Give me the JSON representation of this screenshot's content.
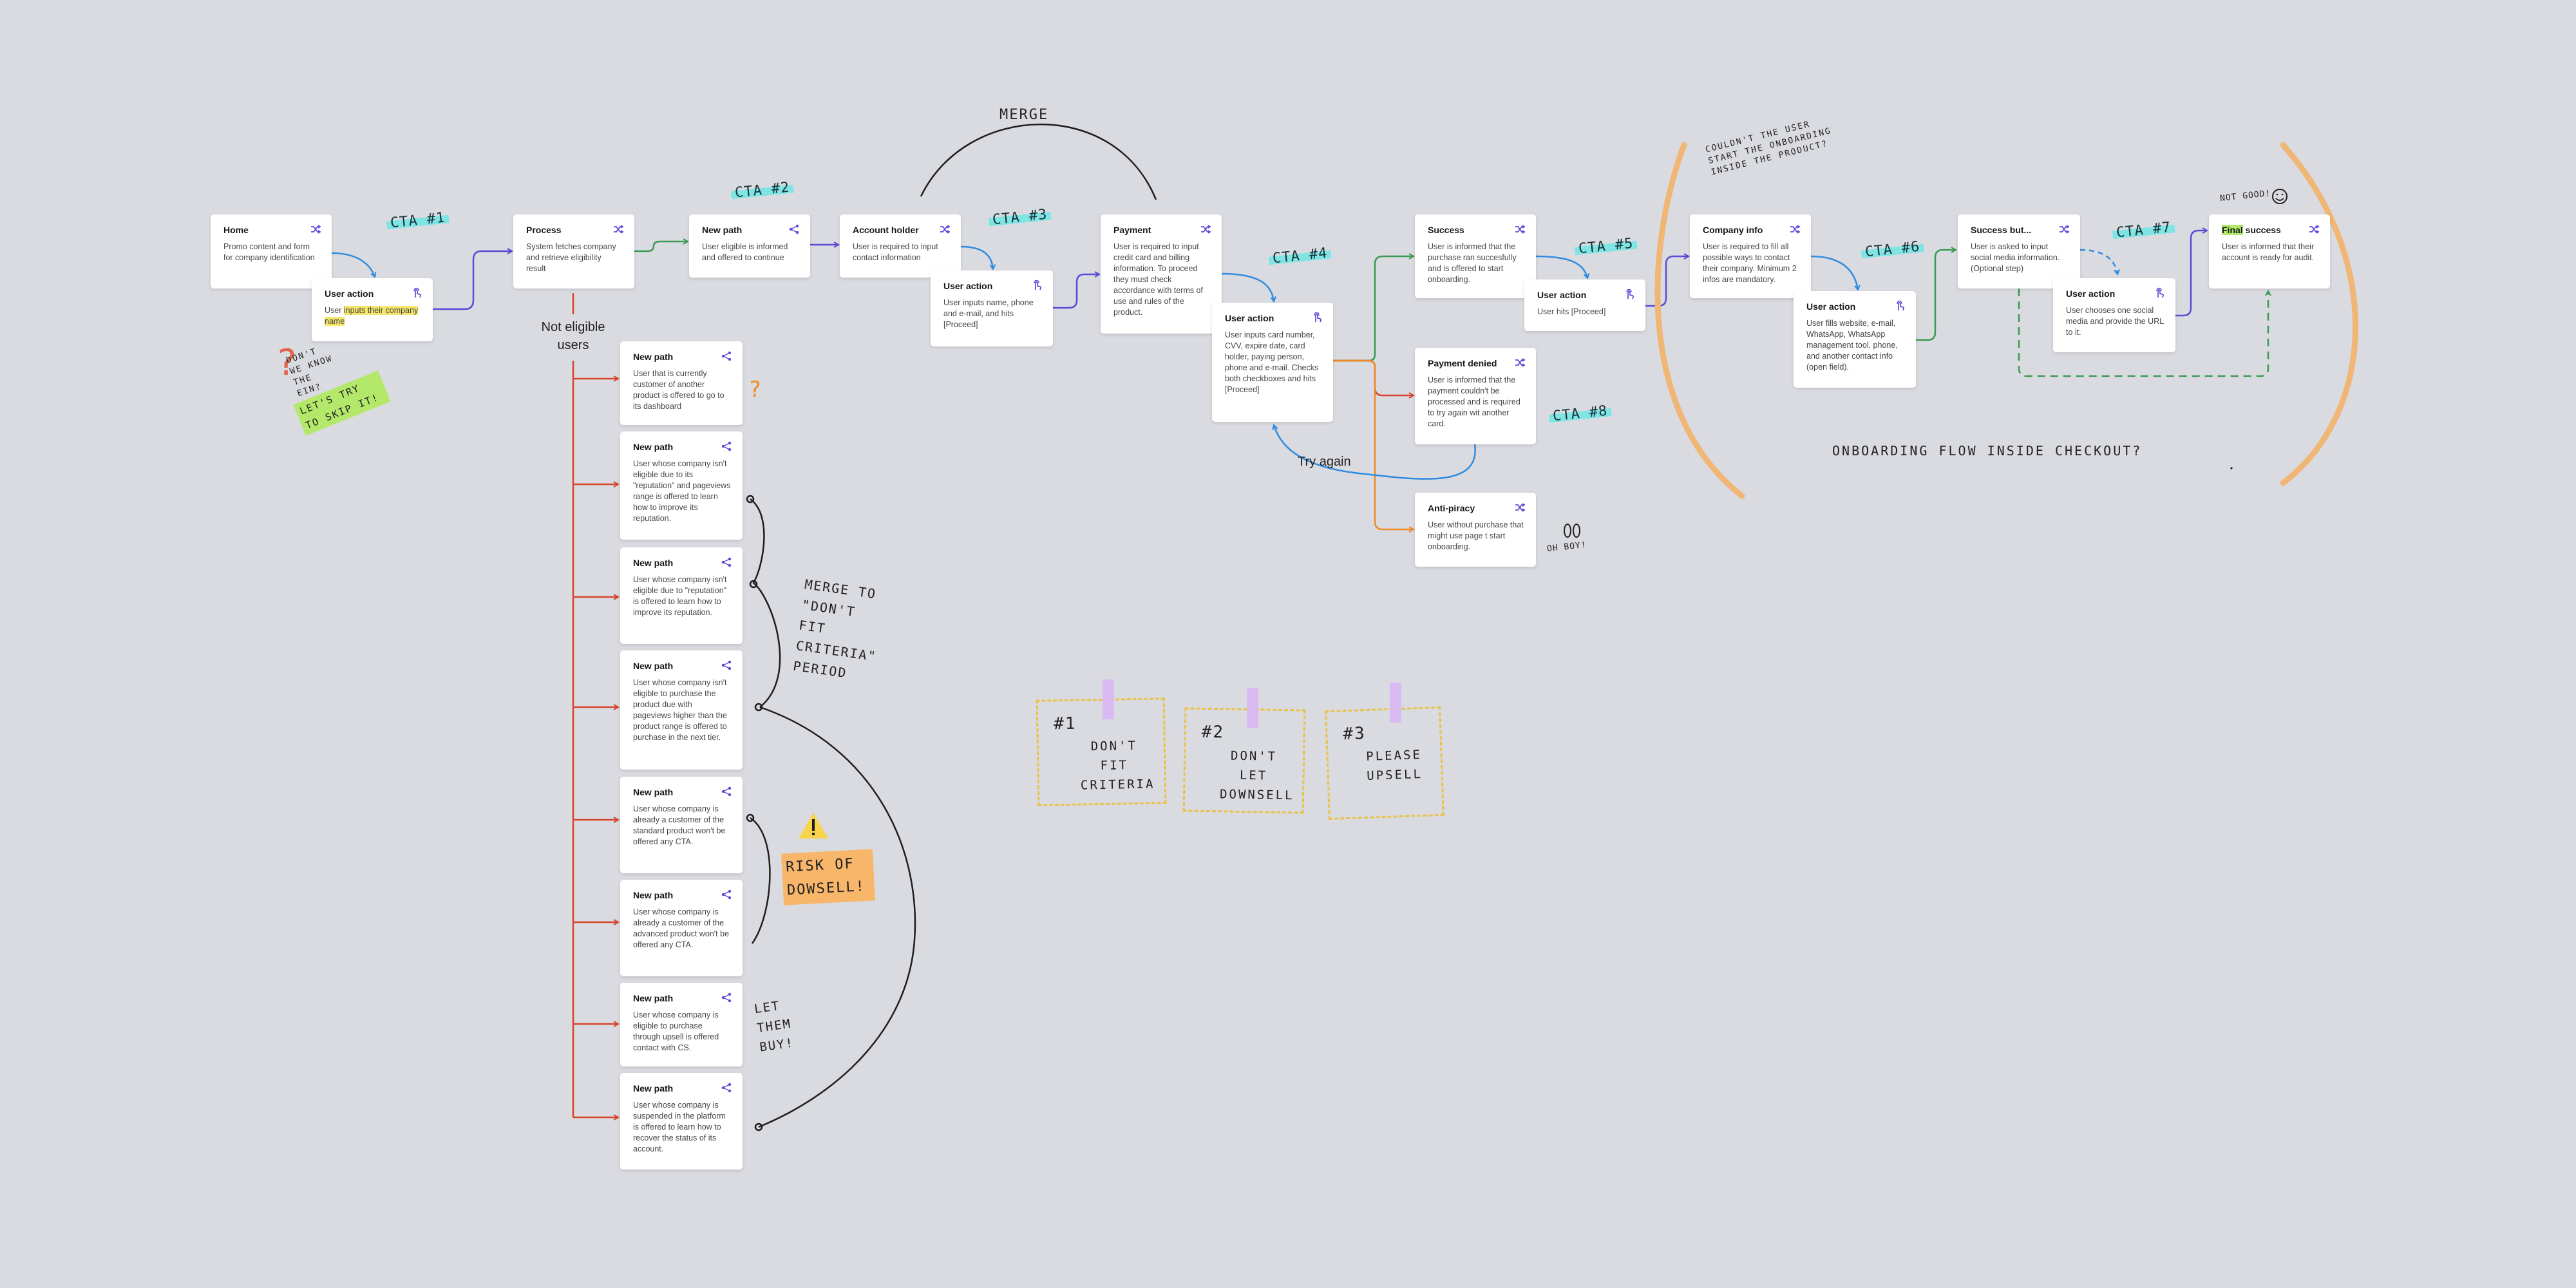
{
  "cards": [
    {
      "id": "home",
      "title": "Home",
      "desc": "Promo content and form for company identification",
      "icon": "shuffle-icon"
    },
    {
      "id": "user-action-1",
      "title": "User action",
      "desc_pre": "User ",
      "desc_hl": "inputs their company name",
      "icon": "touch-icon"
    },
    {
      "id": "process",
      "title": "Process",
      "desc": "System fetches company and retrieve eligibility result",
      "icon": "shuffle-icon"
    },
    {
      "id": "new-path-top",
      "title": "New path",
      "desc": "User eligible is informed and offered to continue",
      "icon": "share-icon"
    },
    {
      "id": "account-holder",
      "title": "Account holder",
      "desc": "User is required to input contact information",
      "icon": "shuffle-icon"
    },
    {
      "id": "user-action-2",
      "title": "User action",
      "desc": "User inputs name, phone and e-mail, and hits [Proceed]",
      "icon": "touch-icon"
    },
    {
      "id": "payment",
      "title": "Payment",
      "desc": "User is required to input credit card and billing information. To proceed they must check accordance with terms of use and rules of the product.",
      "icon": "shuffle-icon"
    },
    {
      "id": "user-action-3",
      "title": "User action",
      "desc": "User inputs card number, CVV, expire date, card holder, paying person, phone and e-mail. Checks both checkboxes and hits [Proceed]",
      "icon": "touch-icon"
    },
    {
      "id": "success",
      "title": "Success",
      "desc": "User is informed that the purchase ran succesfully and is offered to start onboarding.",
      "icon": "shuffle-icon"
    },
    {
      "id": "user-action-4",
      "title": "User action",
      "desc": "User hits [Proceed]",
      "icon": "touch-icon"
    },
    {
      "id": "payment-denied",
      "title": "Payment denied",
      "desc": "User is informed that the payment couldn't be processed and is required to try again wit another card.",
      "icon": "shuffle-icon"
    },
    {
      "id": "anti-piracy",
      "title": "Anti-piracy",
      "desc": "User without purchase that might use page t start onboarding.",
      "icon": "shuffle-icon"
    },
    {
      "id": "company-info",
      "title": "Company info",
      "desc": "User is required to fill all possible ways to contact their company. Minimum 2 infos are mandatory.",
      "icon": "shuffle-icon"
    },
    {
      "id": "user-action-5",
      "title": "User action",
      "desc": "User fills website, e-mail, WhatsApp, WhatsApp management tool, phone, and another contact info (open field).",
      "icon": "touch-icon"
    },
    {
      "id": "success-but",
      "title": "Success but...",
      "desc": "User is asked to input social media information. (Optional step)",
      "icon": "shuffle-icon"
    },
    {
      "id": "user-action-6",
      "title": "User action",
      "desc": "User chooses one social media and provide the URL to it.",
      "icon": "touch-icon"
    },
    {
      "id": "final-success",
      "title_hl": "Final",
      "title_rest": " success",
      "desc": "User is informed that their account is ready for audit.",
      "icon": "shuffle-icon"
    },
    {
      "id": "path-1",
      "title": "New path",
      "desc": "User that is currently customer of another product is offered to go to its dashboard",
      "icon": "share-icon"
    },
    {
      "id": "path-2",
      "title": "New path",
      "desc": "User whose company isn't eligible due to its \"reputation\" and pageviews range is offered to learn how to improve its reputation.",
      "icon": "share-icon"
    },
    {
      "id": "path-3",
      "title": "New path",
      "desc": "User whose company isn't eligible due to \"reputation\" is offered to learn how to improve its reputation.",
      "icon": "share-icon"
    },
    {
      "id": "path-4",
      "title": "New path",
      "desc": "User whose company isn't eligible to purchase the product due with pageviews higher than the product range is offered to purchase in the next tier.",
      "icon": "share-icon"
    },
    {
      "id": "path-5",
      "title": "New path",
      "desc": "User whose company is already a customer of the standard product won't be offered any CTA.",
      "icon": "share-icon"
    },
    {
      "id": "path-6",
      "title": "New path",
      "desc": "User whose company is already a customer of the advanced product won't be offered any CTA.",
      "icon": "share-icon"
    },
    {
      "id": "path-7",
      "title": "New path",
      "desc": "User whose company is eligible to purchase through upsell is offered contact with CS.",
      "icon": "share-icon"
    },
    {
      "id": "path-8",
      "title": "New path",
      "desc": "User whose company is suspended in the platform is offered to learn how to recover the status of its account.",
      "icon": "share-icon"
    }
  ],
  "labels": {
    "not_eligible": "Not eligible users",
    "try_again": "Try again",
    "merge": "MERGE",
    "onboarding": "ONBOARDING   FLOW   INSIDE   CHECKOUT?",
    "merge_to": "MERGE TO \"DON'T FIT CRITERIA\" PERIOD",
    "risk": "RISK OF DOWSELL!",
    "let_them": "LET THEM BUY!",
    "dont_we_know": "DON'T WE KNOW THE EIN?",
    "lets_try": "LET'S TRY TO SKIP IT!",
    "couldnt": "COULDN'T THE USER START THE ONBOARDING INSIDE THE PRODUCT?",
    "not_good": "NOT GOOD!",
    "oh_boy": "OH BOY!",
    "question": "?"
  },
  "ctas": [
    "CTA #1",
    "CTA #2",
    "CTA #3",
    "CTA #4",
    "CTA #5",
    "CTA #6",
    "CTA #7",
    "CTA #8"
  ],
  "stickies": [
    {
      "num": "#1",
      "text": "DON'T FIT CRITERIA"
    },
    {
      "num": "#2",
      "text": "DON'T LET DOWNSELL"
    },
    {
      "num": "#3",
      "text": "PLEASE UPSELL"
    }
  ],
  "colors": {
    "blue": "#2f8be0",
    "purple": "#5b49d6",
    "green": "#3a9a52",
    "red": "#d8432c",
    "orange": "#f08a24",
    "black": "#1e1e1e",
    "paren": "#f0b676",
    "cta_highlight": "#7fe4e4",
    "sticky_border": "#e8c24a"
  }
}
